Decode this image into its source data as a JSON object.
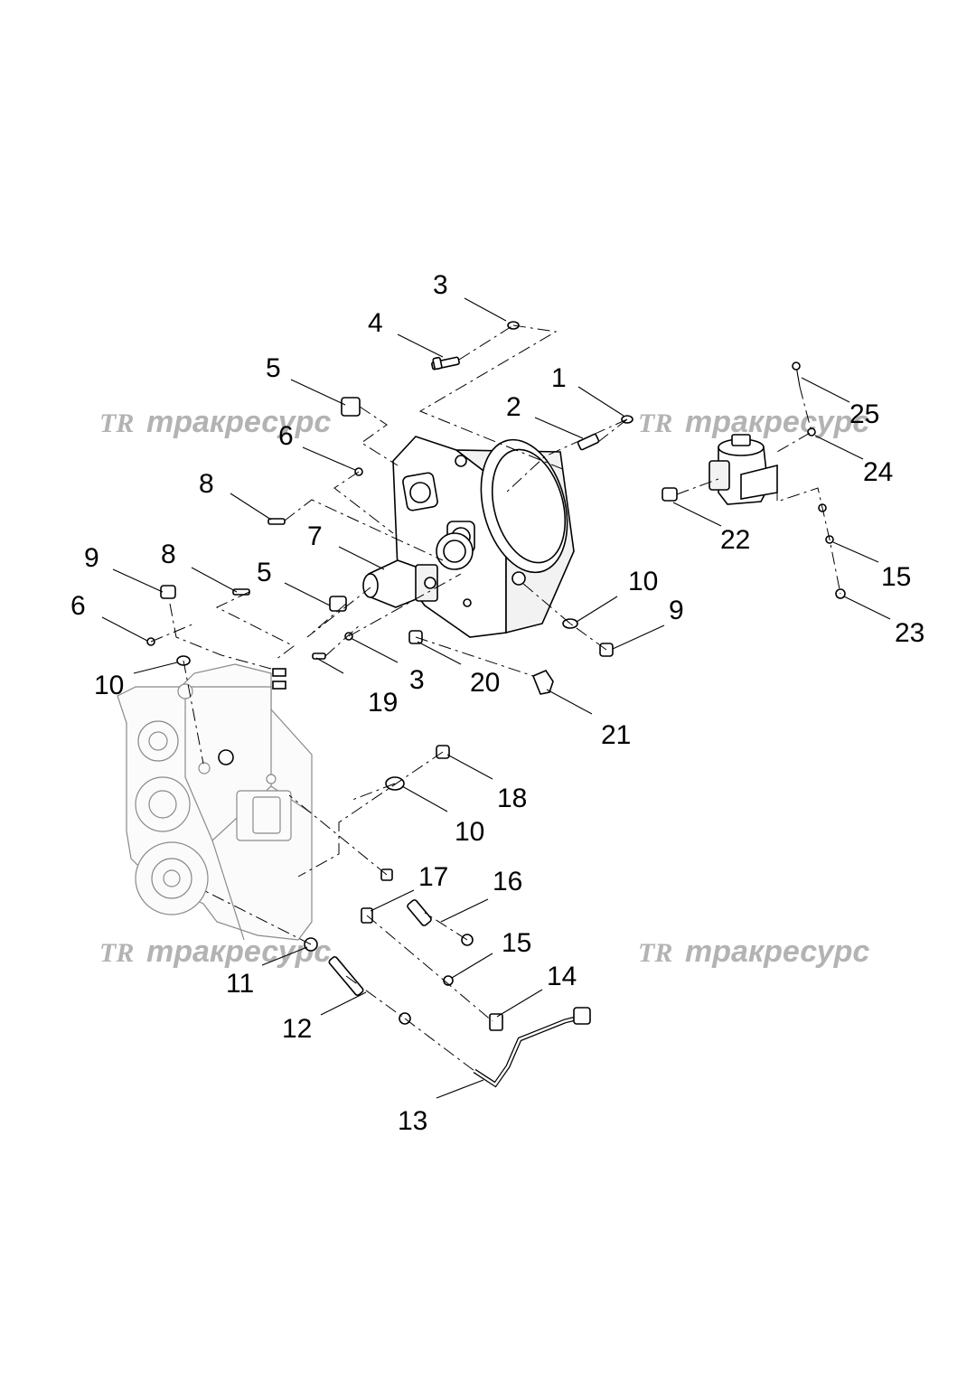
{
  "diagram": {
    "watermark_text": "тракресурс",
    "watermark_logo": "TR",
    "callouts": [
      "1",
      "2",
      "3",
      "4",
      "5",
      "6",
      "7",
      "8",
      "9",
      "10",
      "11",
      "12",
      "13",
      "14",
      "15",
      "16",
      "17",
      "18",
      "19",
      "20",
      "21",
      "22",
      "23",
      "24",
      "25"
    ],
    "labels": {
      "l3a": "3",
      "l4": "4",
      "l5a": "5",
      "l6a": "6",
      "l1": "1",
      "l2": "2",
      "l25": "25",
      "l24": "24",
      "l22": "22",
      "l15a": "15",
      "l23": "23",
      "l8a": "8",
      "l7": "7",
      "l9a": "9",
      "l8b": "8",
      "l5b": "5",
      "l6b": "6",
      "l10a": "10",
      "l9b": "9",
      "l10b": "10",
      "l19": "19",
      "l3b": "3",
      "l20": "20",
      "l21": "21",
      "l18": "18",
      "l10c": "10",
      "l17": "17",
      "l16": "16",
      "l15b": "15",
      "l14": "14",
      "l11": "11",
      "l12": "12",
      "l13": "13"
    }
  }
}
